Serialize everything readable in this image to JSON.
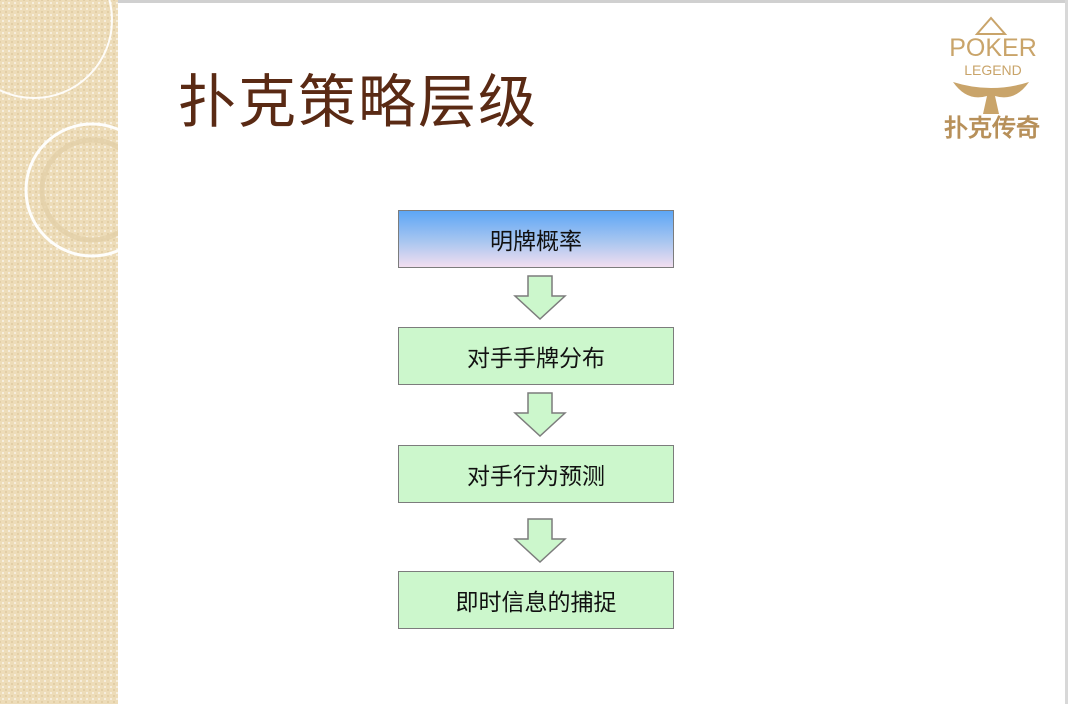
{
  "slide": {
    "title": "扑克策略层级"
  },
  "logo": {
    "line1": "POKER",
    "line2": "LEGEND",
    "chinese": "扑克传奇"
  },
  "flow": {
    "steps": [
      "明牌概率",
      "对手手牌分布",
      "对手行为预测",
      "即时信息的捕捉"
    ],
    "colors": {
      "top_box_gradient": [
        "#5da6f6",
        "#f2def0"
      ],
      "box_fill": "#ccf7cc",
      "arrow_fill": "#ccf7cc",
      "border": "#7c7c7c"
    }
  }
}
